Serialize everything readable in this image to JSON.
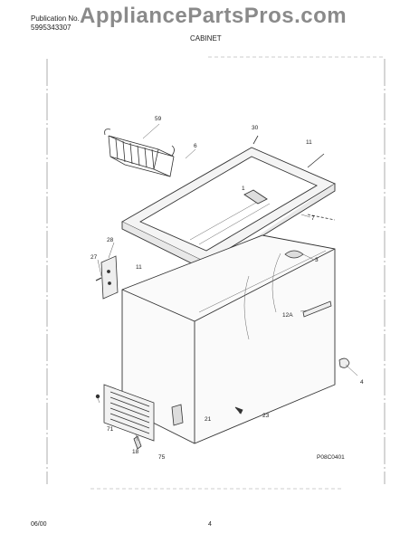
{
  "header": {
    "publication_label": "Publication No.",
    "publication_number": "5995343307",
    "watermark": "AppliancePartsPros.com",
    "section_title": "CABINET"
  },
  "diagram": {
    "code": "P08C0401",
    "callouts": [
      "59",
      "6",
      "30",
      "11",
      "1",
      "7",
      "28",
      "27",
      "11",
      "3",
      "12A",
      "4",
      "71",
      "21",
      "23",
      "18",
      "75"
    ]
  },
  "footer": {
    "date": "06/00",
    "page_number": "4"
  }
}
